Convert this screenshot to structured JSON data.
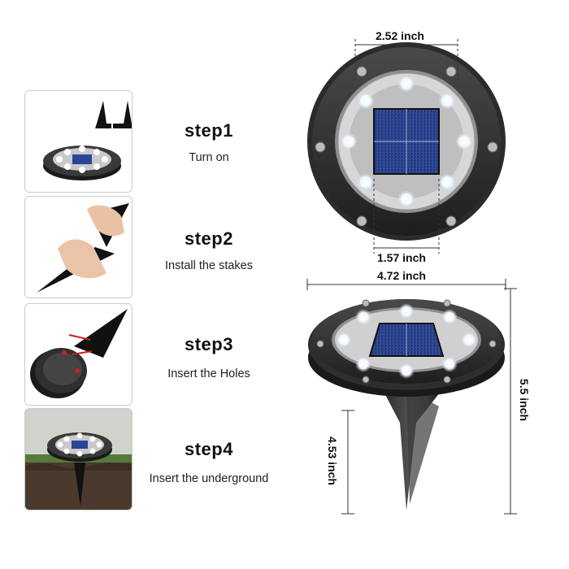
{
  "steps": [
    {
      "title": "step1",
      "description": "Turn on"
    },
    {
      "title": "step2",
      "description": "Install the stakes"
    },
    {
      "title": "step3",
      "description": "Insert the Holes"
    },
    {
      "title": "step4",
      "description": "Insert the underground"
    }
  ],
  "dimensions": {
    "panel_width": "2.52 inch",
    "inner_width": "1.57 inch",
    "total_width": "4.72 inch",
    "total_height": "5.5 inch",
    "stake_length": "4.53 inch"
  }
}
